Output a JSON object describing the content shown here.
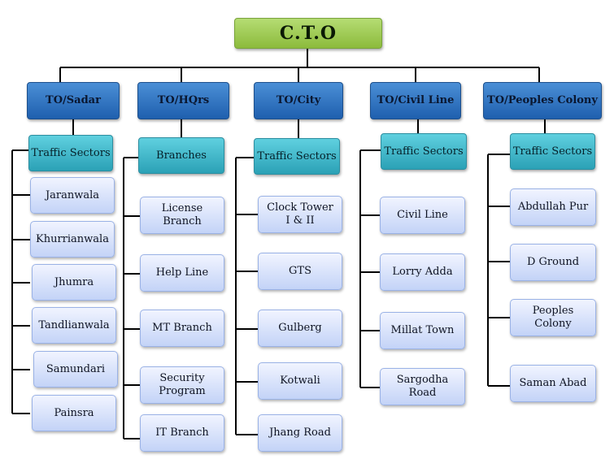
{
  "root": {
    "label": "C.T.O"
  },
  "columns": [
    {
      "title": "TO/Sadar",
      "group": "Traffic Sectors",
      "items": [
        "Jaranwala",
        "Khurrianwala",
        "Jhumra",
        "Tandlianwala",
        "Samundari",
        "Painsra"
      ]
    },
    {
      "title": "TO/HQrs",
      "group": "Branches",
      "items": [
        "License Branch",
        "Help Line",
        "MT Branch",
        "Security Program",
        "IT Branch"
      ]
    },
    {
      "title": "TO/City",
      "group": "Traffic Sectors",
      "items": [
        "Clock Tower\nI & II",
        "GTS",
        "Gulberg",
        "Kotwali",
        "Jhang Road"
      ]
    },
    {
      "title": "TO/Civil Line",
      "group": "Traffic Sectors",
      "items": [
        "Civil Line",
        "Lorry Adda",
        "Millat Town",
        "Sargodha Road"
      ]
    },
    {
      "title": "TO/Peoples Colony",
      "group": "Traffic Sectors",
      "items": [
        "Abdullah Pur",
        "D Ground",
        "Peoples Colony",
        "Saman Abad"
      ]
    }
  ],
  "colors": {
    "root": "#9bc84b",
    "officer": "#2e6fbd",
    "group": "#36b3c6",
    "item": "#d8e2fb",
    "connector": "#000000"
  }
}
